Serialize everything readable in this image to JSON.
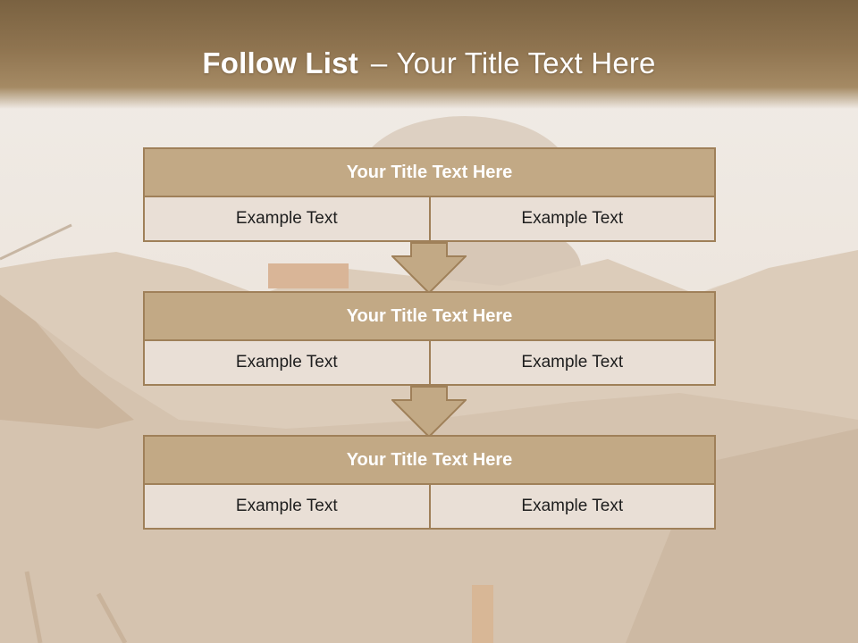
{
  "slide": {
    "title_bold": "Follow List",
    "title_dash": "–",
    "title_rest": "Your Title Text Here"
  },
  "steps": [
    {
      "title": "Your Title Text Here",
      "left": "Example Text",
      "right": "Example Text"
    },
    {
      "title": "Your Title Text Here",
      "left": "Example Text",
      "right": "Example Text"
    },
    {
      "title": "Your Title Text Here",
      "left": "Example Text",
      "right": "Example Text"
    }
  ],
  "colors": {
    "header_bar": "#8f7450",
    "box_title_fill": "#c2a985",
    "box_border": "#9f8059",
    "cell_fill": "#e9dfd6",
    "arrow_fill": "#c2a985"
  },
  "icons": {
    "connector": "down-arrow-icon"
  }
}
